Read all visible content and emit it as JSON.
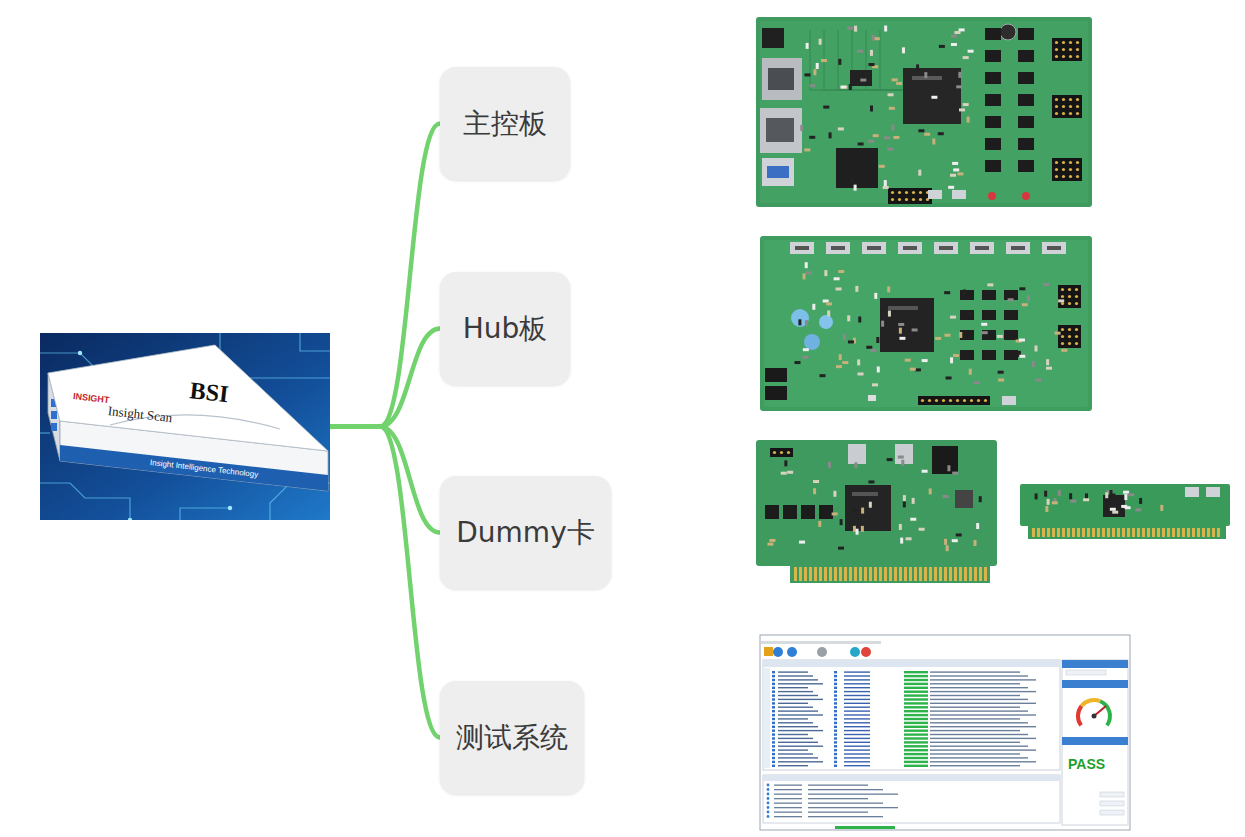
{
  "diagram": {
    "nodes": [
      {
        "text": [
          "INSIGHT",
          "Insight Scan",
          "BSI",
          "Insight Intelligence Technology"
        ]
      },
      {
        "text": [
          "主控板"
        ]
      },
      {
        "text": [
          "Hub板"
        ]
      },
      {
        "text": [
          "Dummy卡"
        ]
      },
      {
        "text": [
          "测试系统"
        ]
      }
    ],
    "edges": [
      {
        "from": 0,
        "to": 1,
        "arrow": "none"
      },
      {
        "from": 0,
        "to": 2,
        "arrow": "none"
      },
      {
        "from": 0,
        "to": 3,
        "arrow": "none"
      },
      {
        "from": 0,
        "to": 4,
        "arrow": "none"
      }
    ],
    "labels": [
      "PASS"
    ]
  }
}
